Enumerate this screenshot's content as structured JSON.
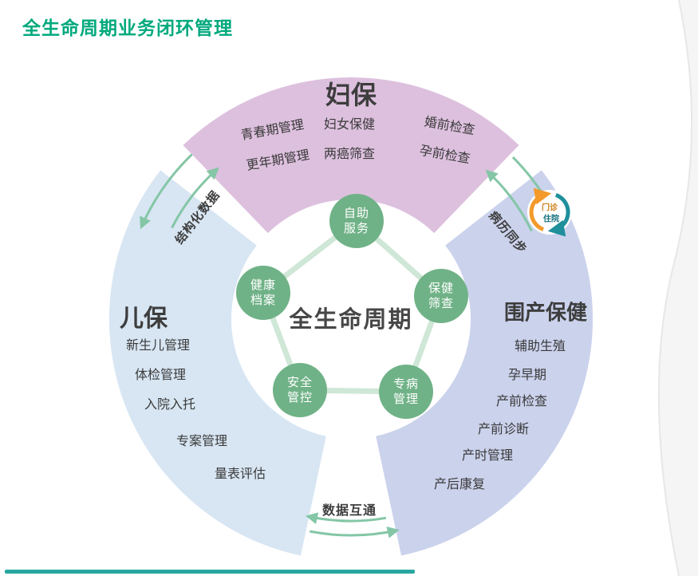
{
  "page": {
    "title": "全生命周期业务闭环管理"
  },
  "colors": {
    "title_green": "#00a97d",
    "maternal_pink": "#ddc0de",
    "child_blue": "#d8e6f3",
    "perinatal_lavender": "#cbd2ec",
    "node_green": "#70b287",
    "pentagon_link_green": "#cfe7d6",
    "arrow_green": "#84c6a6",
    "cycle_orange": "#f39a2b",
    "cycle_teal": "#1f8f9b",
    "footer_teal": "#28a7a0",
    "text_dark": "#3d3d3d"
  },
  "diagram": {
    "center_label": "全生命周期",
    "nodes": [
      {
        "id": "self-service",
        "line1": "自助",
        "line2": "服务"
      },
      {
        "id": "health-records",
        "line1": "健康",
        "line2": "档案"
      },
      {
        "id": "health-screening",
        "line1": "保健",
        "line2": "筛查"
      },
      {
        "id": "safety-control",
        "line1": "安全",
        "line2": "管控"
      },
      {
        "id": "disease-management",
        "line1": "专病",
        "line2": "管理"
      }
    ],
    "sections": {
      "maternal": {
        "title": "妇保",
        "items": [
          "青春期管理",
          "更年期管理",
          "妇女保健",
          "两癌筛查",
          "婚前检查",
          "孕前检查"
        ]
      },
      "child": {
        "title": "儿保",
        "items": [
          "新生儿管理",
          "体检管理",
          "入院入托",
          "专案管理",
          "量表评估"
        ]
      },
      "perinatal": {
        "title": "围产保健",
        "items": [
          "辅助生殖",
          "孕早期",
          "产前检查",
          "产前诊断",
          "产时管理",
          "产后康复"
        ]
      }
    },
    "flows": {
      "top_left": "结构化数据",
      "top_right": "病历同步",
      "bottom": "数据互通"
    },
    "cycle_icon": {
      "top": "门诊",
      "bottom": "住院"
    }
  }
}
